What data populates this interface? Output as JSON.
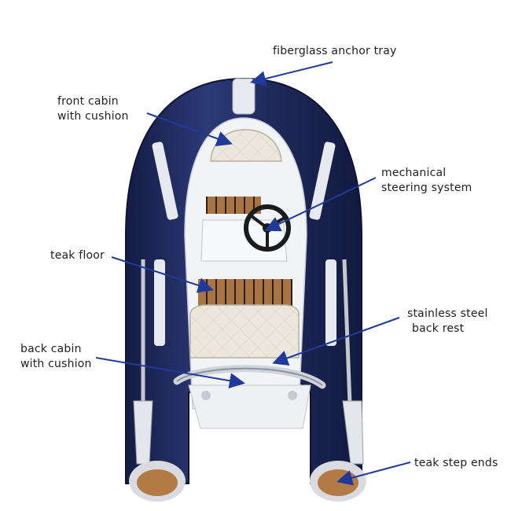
{
  "labels": {
    "anchor_tray": "fiberglass anchor tray",
    "front_cabin": {
      "line1": "front cabin",
      "line2": "with cushion"
    },
    "steering": {
      "line1": "mechanical",
      "line2": "steering system"
    },
    "teak_floor": "teak floor",
    "back_rest": {
      "line1": "stainless steel",
      "line2": "back rest"
    },
    "back_cabin": {
      "line1": "back cabin",
      "line2": "with cushion"
    },
    "step_ends": "teak step ends"
  },
  "colors": {
    "hull": "#1f2a5c",
    "hull_highlight": "#3a4a86",
    "cushion": "#e9e4d8",
    "teak": "#9a6a3a",
    "fiberglass": "#f2f4f6",
    "arrow": "#1f3a9a"
  }
}
